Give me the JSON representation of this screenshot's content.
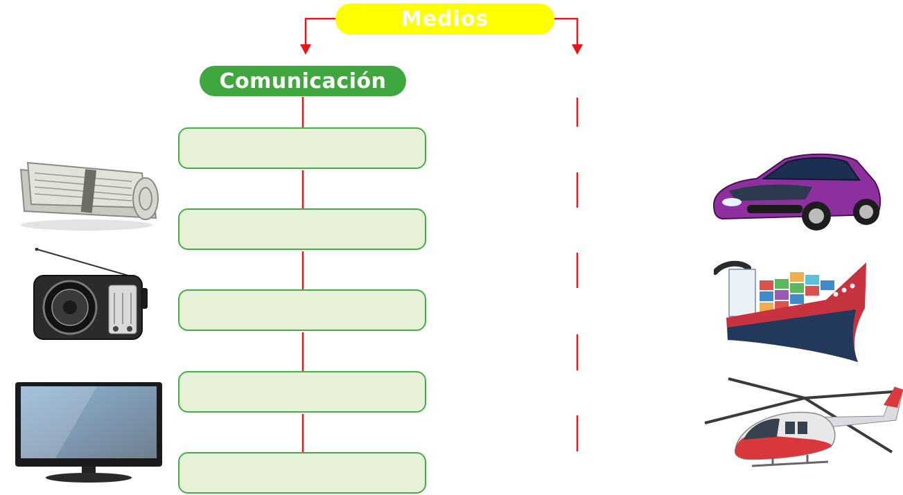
{
  "diagram": {
    "root_label": "Medios",
    "left_branch_label": "Comunicación",
    "right_branch_label": "",
    "left_boxes": [
      "",
      "",
      "",
      "",
      ""
    ],
    "left_images": [
      "newspaper",
      "radio",
      "television"
    ],
    "right_images": [
      "car",
      "ship",
      "helicopter"
    ]
  },
  "colors": {
    "root_fill": "#ffff00",
    "branch_fill": "#3ea73e",
    "box_fill": "#e6f1d8",
    "box_border": "#45ad45",
    "connector": "#e8141b"
  }
}
